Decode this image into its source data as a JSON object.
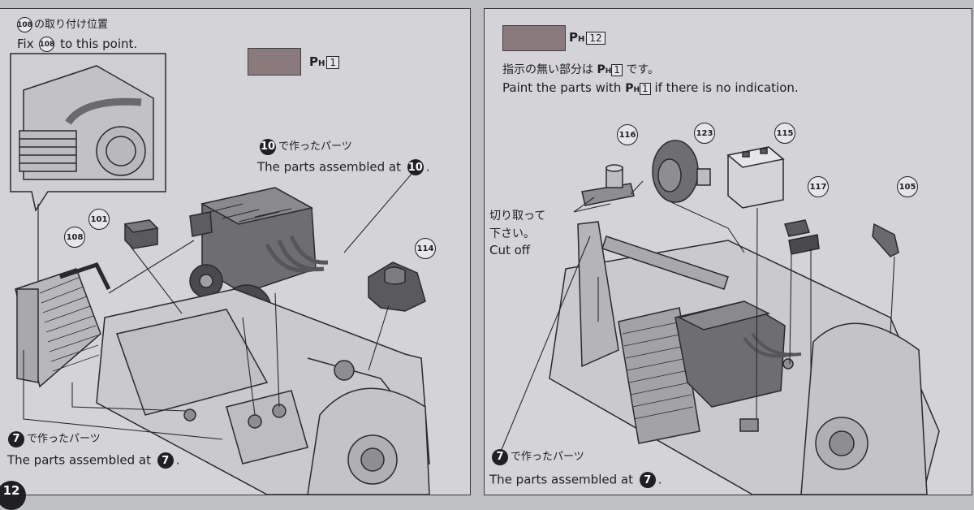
{
  "left_panel": {
    "inset_jp": "の取り付け位置",
    "inset_part_num": "108",
    "fix_prefix": "Fix",
    "fix_part_num": "108",
    "fix_suffix": "to this point.",
    "paint_code": "P",
    "paint_sub": "H",
    "paint_num": "1",
    "engine_jp": "で作ったパーツ",
    "engine_ref_num": "10",
    "engine_en": "The parts assembled at",
    "engine_en_end": ".",
    "chassis_jp": "で作ったパーツ",
    "chassis_ref_num": "7",
    "chassis_en": "The parts assembled at",
    "chassis_en_end": ".",
    "parts": [
      "101",
      "108",
      "114"
    ],
    "step_number": "12"
  },
  "right_panel": {
    "paint_code": "P",
    "paint_sub": "H",
    "paint_num": "12",
    "note_jp_prefix": "指示の無い部分は",
    "note_jp_suffix": "です。",
    "note_paint_num": "1",
    "note_en_prefix": "Paint the parts with",
    "note_en_suffix": "if there is no indication.",
    "cut_jp_1": "切り取って",
    "cut_jp_2": "下さい。",
    "cut_en": "Cut off",
    "chassis_jp": "で作ったパーツ",
    "chassis_ref_num": "7",
    "chassis_en": "The parts assembled at",
    "chassis_en_end": ".",
    "parts": [
      "116",
      "123",
      "115",
      "117",
      "105"
    ]
  },
  "colors": {
    "swatch": "#8a7a7d",
    "paper": "#d4d4d8",
    "ink": "#1e1e22"
  }
}
